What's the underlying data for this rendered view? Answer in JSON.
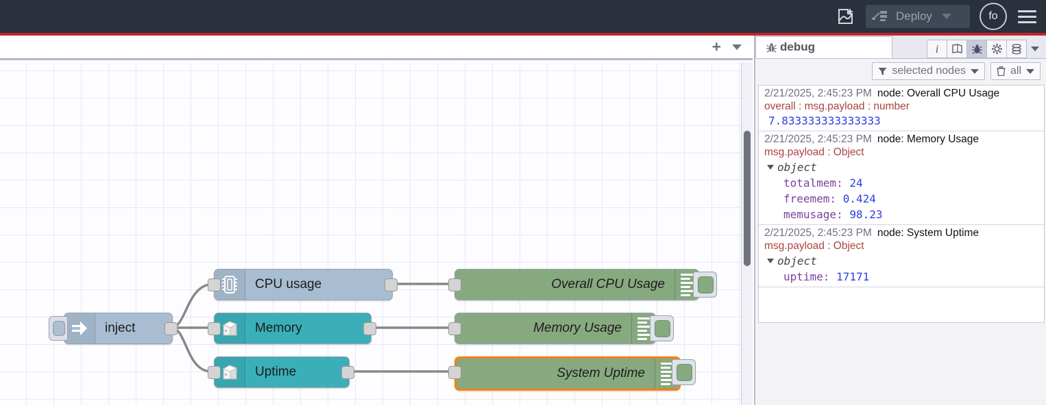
{
  "header": {
    "flow_ai_icon": "flow-ai-icon",
    "deploy_label": "Deploy",
    "deploy_caret": "chevron-down-icon",
    "avatar_label": "fo",
    "menu_icon": "hamburger-icon"
  },
  "workspace": {
    "add_tab_label": "+",
    "tab_menu_icon": "chevron-down-icon",
    "nodes": [
      {
        "id": "inject",
        "label": "inject",
        "type": "inject"
      },
      {
        "id": "cpu",
        "label": "CPU usage",
        "type": "cpu"
      },
      {
        "id": "memory",
        "label": "Memory",
        "type": "memory"
      },
      {
        "id": "uptime",
        "label": "Uptime",
        "type": "uptime"
      },
      {
        "id": "debug-cpu",
        "label": "Overall CPU Usage",
        "type": "debug"
      },
      {
        "id": "debug-mem",
        "label": "Memory Usage",
        "type": "debug"
      },
      {
        "id": "debug-up",
        "label": "System Uptime",
        "type": "debug",
        "selected": true
      }
    ]
  },
  "sidebar": {
    "tab_label": "debug",
    "tab_icon": "bug-icon",
    "tools": [
      {
        "name": "info-icon",
        "glyph": "i",
        "active": false
      },
      {
        "name": "book-icon",
        "glyph": "",
        "active": false
      },
      {
        "name": "bug-icon",
        "glyph": "",
        "active": true
      },
      {
        "name": "gear-icon",
        "glyph": "",
        "active": false
      },
      {
        "name": "layers-icon",
        "glyph": "",
        "active": false
      }
    ],
    "filter_nodes_label": "selected nodes",
    "filter_clear_label": "all",
    "messages": [
      {
        "time": "2/21/2025, 2:45:23 PM",
        "node": "node: Overall CPU Usage",
        "topic": "overall : msg.payload : number",
        "value": "7.833333333333333",
        "object": null
      },
      {
        "time": "2/21/2025, 2:45:23 PM",
        "node": "node: Memory Usage",
        "topic": "msg.payload : Object",
        "value": null,
        "object": {
          "label": "object",
          "props": [
            {
              "key": "totalmem:",
              "val": "24"
            },
            {
              "key": "freemem:",
              "val": "0.424"
            },
            {
              "key": "memusage:",
              "val": "98.23"
            }
          ]
        }
      },
      {
        "time": "2/21/2025, 2:45:23 PM",
        "node": "node: System Uptime",
        "topic": "msg.payload : Object",
        "value": null,
        "object": {
          "label": "object",
          "props": [
            {
              "key": "uptime:",
              "val": "17171"
            }
          ]
        }
      }
    ]
  },
  "colors": {
    "header_bg": "#2a303c",
    "accent_red": "#c0252d",
    "node_inject": "#a8bdd1",
    "node_cpu": "#a8bdd1",
    "node_teal": "#3aafb9",
    "node_debug_green": "#87a980",
    "selection_orange": "#ff7f0e"
  }
}
